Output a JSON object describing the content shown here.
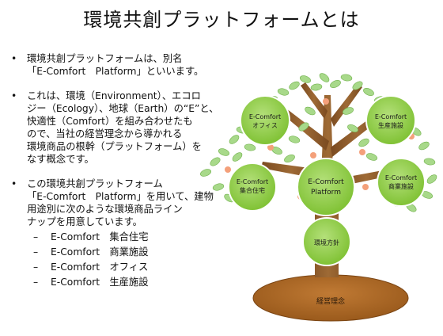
{
  "title": "環境共創プラットフォームとは",
  "bullets": [
    {
      "lines": [
        "環境共創プラットフォームは、別名",
        "「E-Comfort　Platform」といいます。"
      ]
    },
    {
      "lines": [
        "これは、環境（Environment）、エコロ",
        "ジー（Ecology）、地球（Earth）の“E”と、",
        "快適性（Comfort）を組み合わせたも",
        "ので、当社の経営理念から導かれる",
        "環境商品の根幹（プラットフォーム）を",
        "なす概念です。"
      ]
    },
    {
      "lines": [
        "この環境共創プラットフォーム",
        "「E-Comfort　Platform」を用いて、建物",
        "用途別に次のような環境商品ライン",
        "ナップを用意しています。"
      ]
    }
  ],
  "products": [
    "E-Comfort　集合住宅",
    "E-Comfort　商業施設",
    "E-Comfort　オフィス",
    "E-Comfort　生産施設"
  ],
  "bullet_symbol": "•",
  "dash_symbol": "–",
  "tree": {
    "office": {
      "line1": "E-Comfort",
      "line2": "オフィス"
    },
    "production": {
      "line1": "E-Comfort",
      "line2": "生産施設"
    },
    "housing": {
      "line1": "E-Comfort",
      "line2": "集合住宅"
    },
    "platform": {
      "line1": "E-Comfort",
      "line2": "Platform"
    },
    "commercial": {
      "line1": "E-Comfort",
      "line2": "商業施設"
    },
    "policy": "環境方針",
    "philosophy": "経営理念"
  },
  "colors": {
    "circle_fill": "#8cc63f",
    "circle_stroke": "#ffffff",
    "leaf": "#a8d98a",
    "trunk": "#8b5a2b",
    "ground": "#a8641f",
    "flower": "#f4a07a"
  }
}
